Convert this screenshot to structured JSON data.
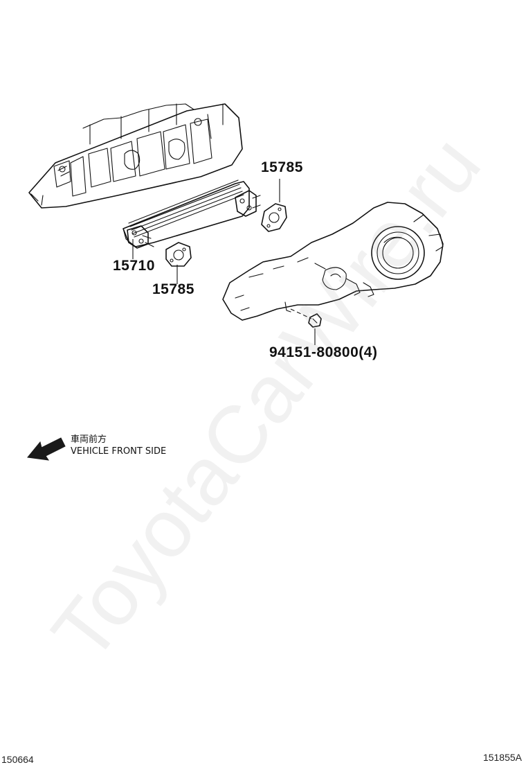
{
  "watermark": "ToyotaCarWire.ru",
  "parts": [
    {
      "part_no": "15785"
    },
    {
      "part_no": "15710"
    },
    {
      "part_no": "15785"
    },
    {
      "part_no": "94151-80800(4)"
    }
  ],
  "direction": {
    "label_jp": "車両前方",
    "label_en": "VEHICLE FRONT SIDE",
    "icon": "arrow-down-left-icon"
  },
  "footer": {
    "left_code": "150664",
    "right_code": "151855A"
  }
}
